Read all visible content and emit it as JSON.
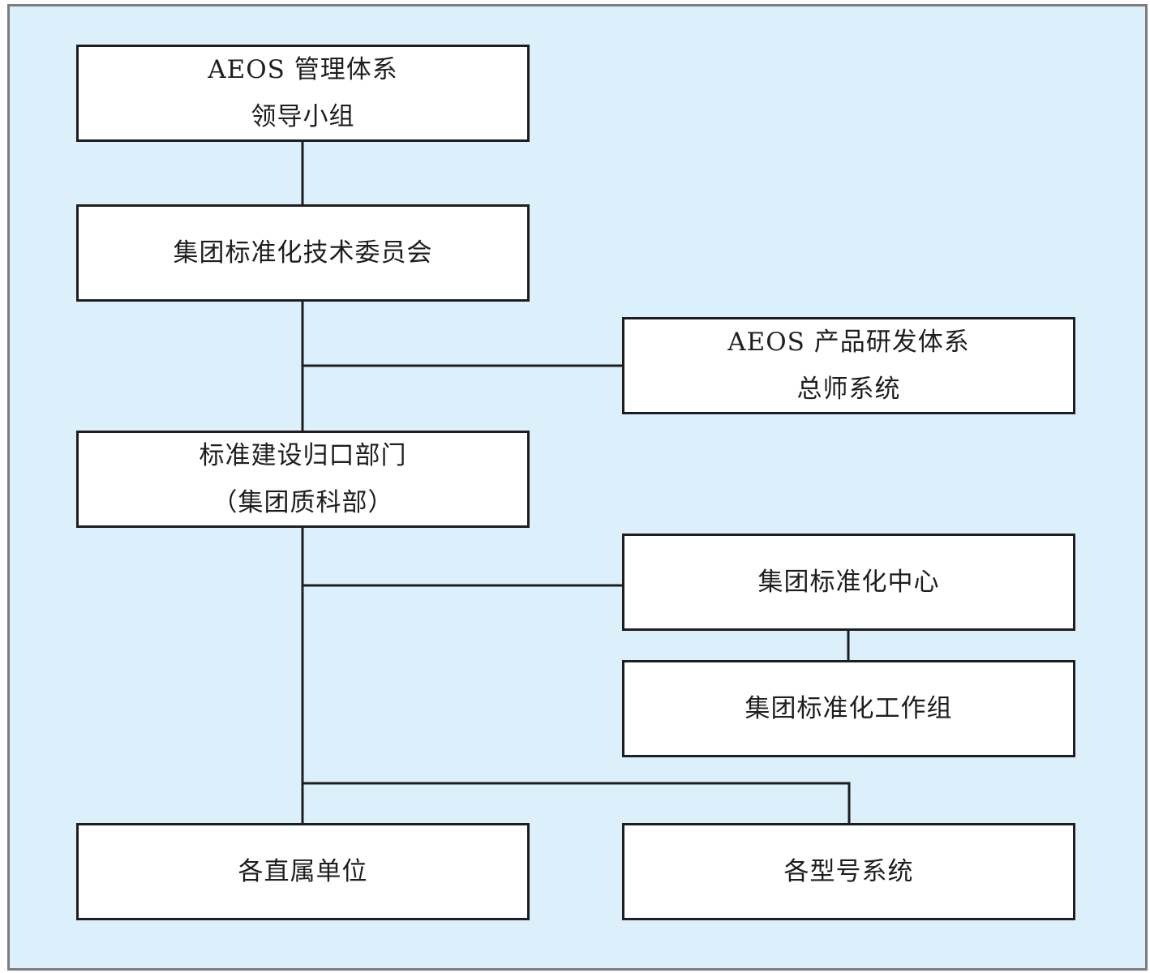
{
  "diagram": {
    "nodes": {
      "leadership_group": {
        "lines": [
          "AEOS 管理体系",
          "领导小组"
        ]
      },
      "tech_committee": {
        "lines": [
          "集团标准化技术委员会"
        ]
      },
      "chief_designer_system": {
        "lines": [
          "AEOS 产品研发体系",
          "总师系统"
        ]
      },
      "standard_dept": {
        "lines": [
          "标准建设归口部门",
          "（集团质科部）"
        ]
      },
      "standardization_center": {
        "lines": [
          "集团标准化中心"
        ]
      },
      "standardization_workgroup": {
        "lines": [
          "集团标准化工作组"
        ]
      },
      "direct_units": {
        "lines": [
          "各直属单位"
        ]
      },
      "model_systems": {
        "lines": [
          "各型号系统"
        ]
      }
    }
  }
}
